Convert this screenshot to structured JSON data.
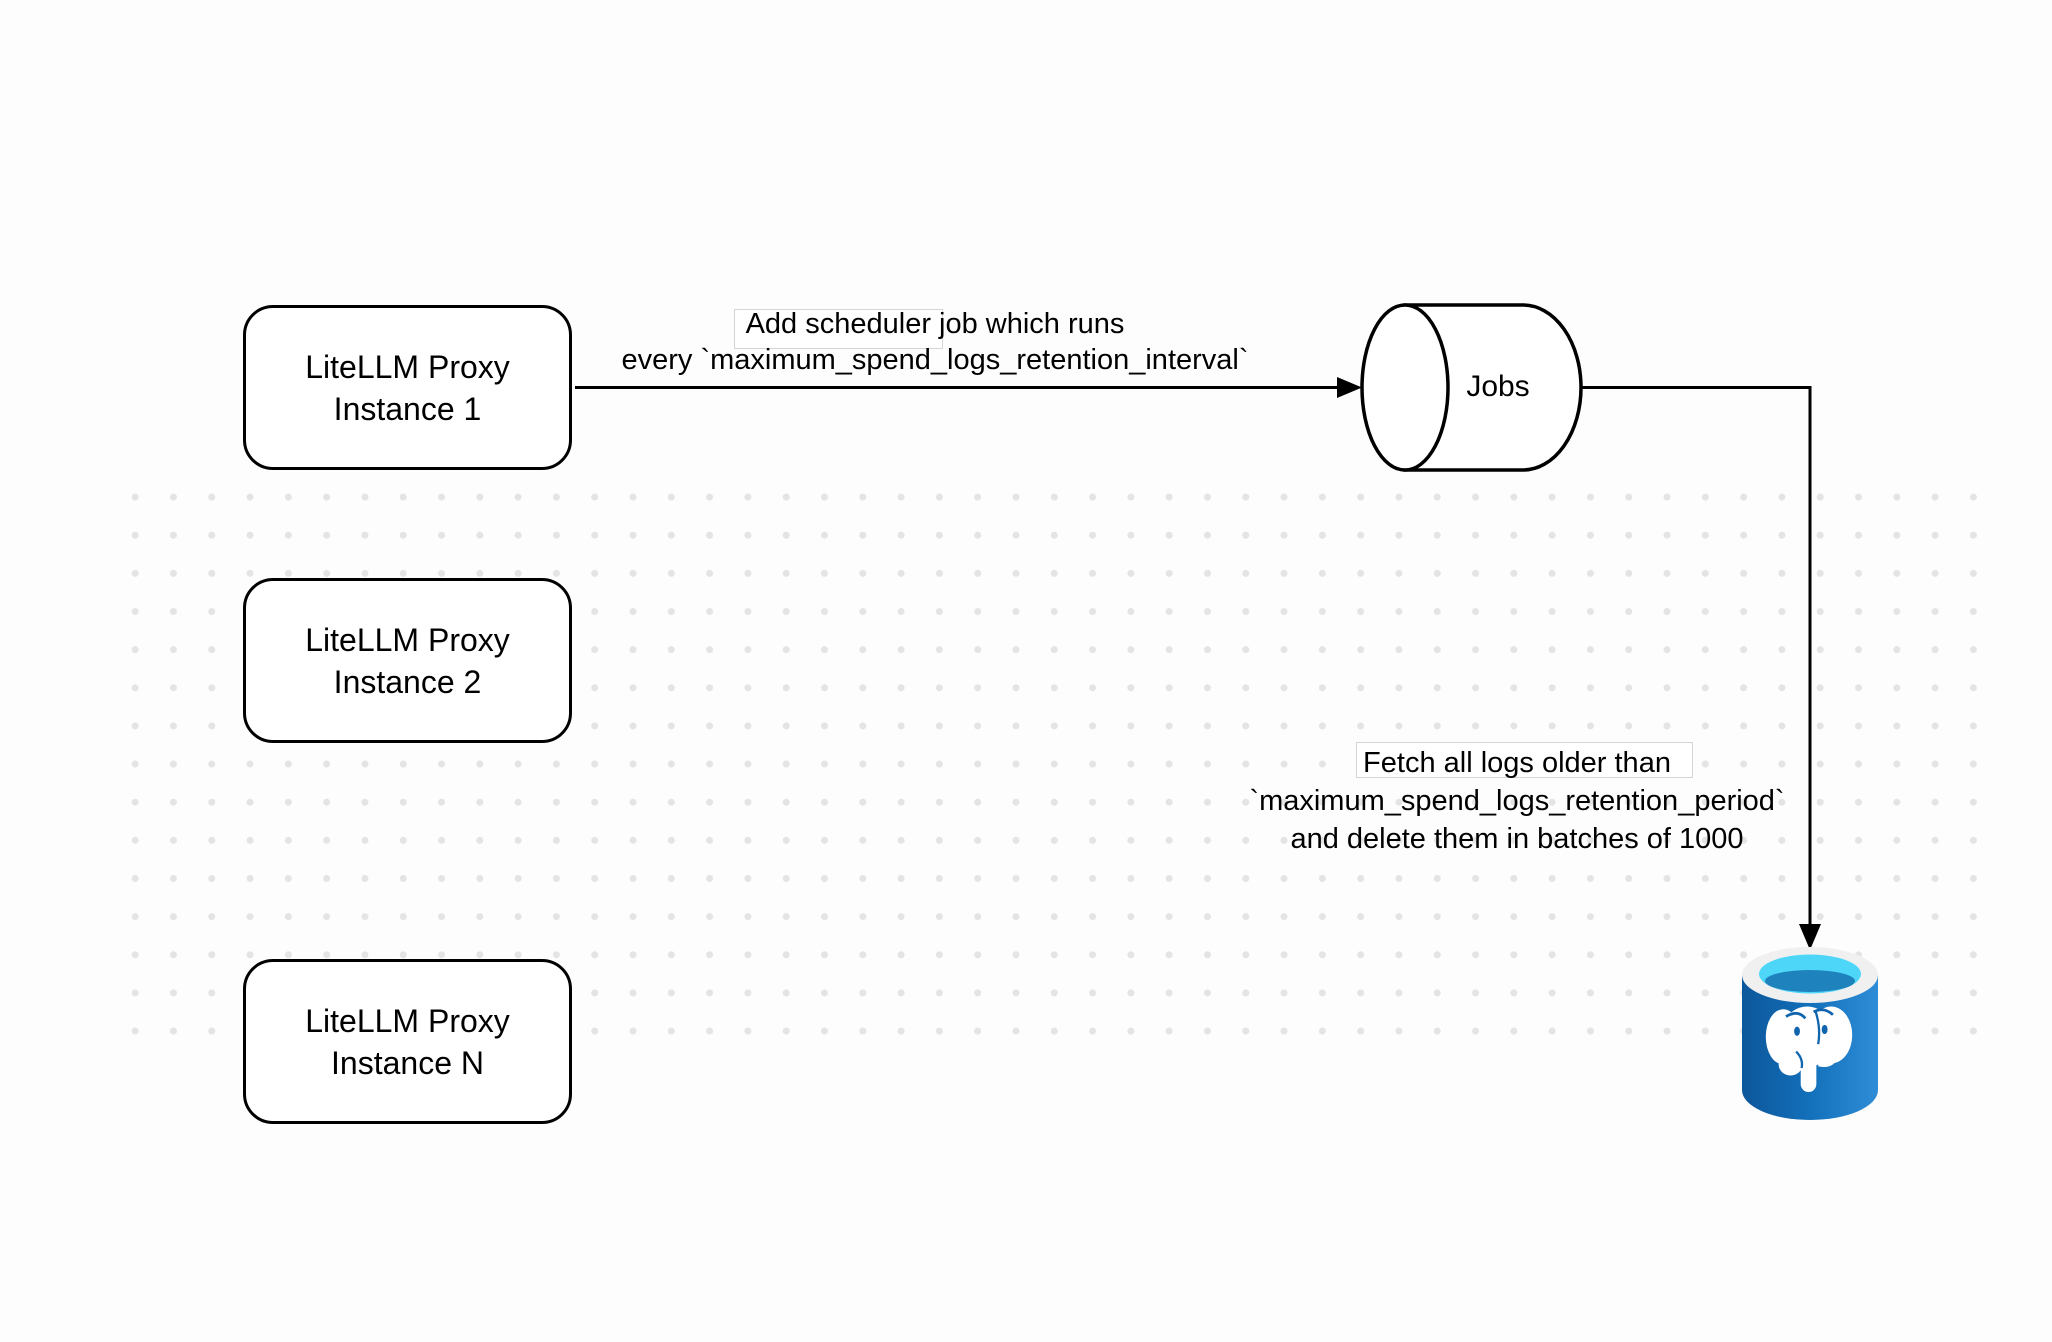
{
  "diagram": {
    "background": "#fdfdfd",
    "dot_color": "#e4e4e4",
    "stroke_color": "#000000",
    "nodes": {
      "instance1": {
        "label": "LiteLLM Proxy\nInstance 1"
      },
      "instance2": {
        "label": "LiteLLM Proxy\nInstance 2"
      },
      "instanceN": {
        "label": "LiteLLM Proxy\nInstance N"
      },
      "jobs": {
        "label": "Jobs"
      },
      "postgres": {
        "icon": "postgresql-database-icon",
        "colors": {
          "body_left": "#0d569b",
          "body_right": "#2f8dd8",
          "rim": "#f0f0f0",
          "water": "#4ed6f8",
          "water_deep": "#1e82bd",
          "elephant": "#ffffff"
        }
      }
    },
    "edges": {
      "schedule_job": {
        "label": "Add scheduler job which runs\nevery `maximum_spend_logs_retention_interval`"
      },
      "fetch_logs": {
        "label": "Fetch all logs older than\n`maximum_spend_logs_retention_period`\nand delete them in batches of 1000"
      }
    }
  }
}
